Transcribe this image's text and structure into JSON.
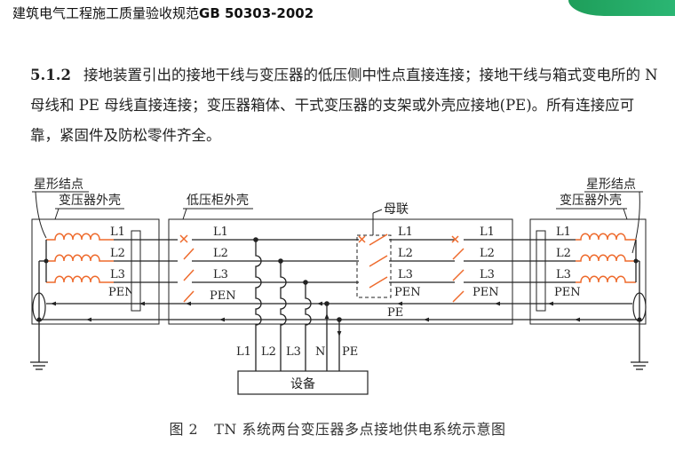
{
  "header": {
    "title_cn": "建筑电气工程施工质量验收规范",
    "title_code": "GB 50303-2002"
  },
  "clause": {
    "number": "5.1.2",
    "text": "接地装置引出的接地干线与变压器的低压侧中性点直接连接；接地干线与箱式变电所的 N 母线和 PE 母线直接连接；变压器箱体、干式变压器的支架或外壳应接地(PE)。所有连接应可靠，紧固件及防松零件齐全。"
  },
  "diagram": {
    "left_star_point": "星形结点",
    "left_transformer_housing": "变压器外壳",
    "lv_cabinet_housing": "低压柜外壳",
    "bus_tie": "母联",
    "right_star_point": "星形结点",
    "right_transformer_housing": "变压器外壳",
    "lines": [
      "L1",
      "L2",
      "L3"
    ],
    "pen": "PEN",
    "pe": "PE",
    "drop_labels": [
      "L1",
      "L2",
      "L3",
      "N",
      "PE"
    ],
    "equipment": "设备"
  },
  "caption": {
    "figure_no": "图 2",
    "text": "TN 系统两台变压器多点接地供电系统示意图"
  },
  "colors": {
    "switch_orange": "#ee6a2c",
    "coil_orange": "#ee6a2c",
    "line_dark": "#222222",
    "brand_green": "#1e9e5a"
  }
}
